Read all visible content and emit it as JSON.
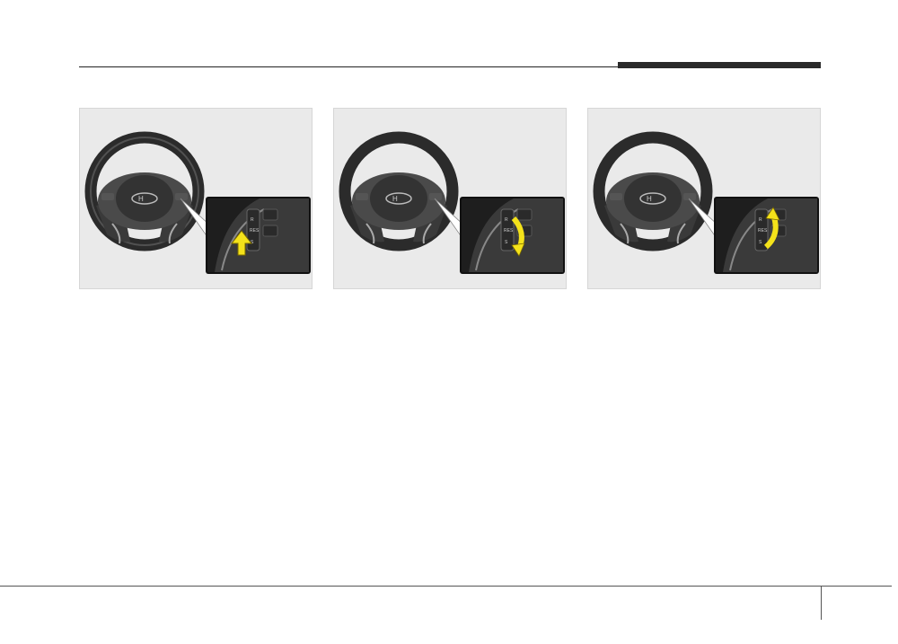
{
  "page": {
    "section_title": "",
    "page_number": ""
  },
  "figures": [
    {
      "id": "fig1",
      "action": "push-up",
      "arrow_color": "#f4e21a"
    },
    {
      "id": "fig2",
      "action": "roll-down",
      "arrow_color": "#f4e21a"
    },
    {
      "id": "fig3",
      "action": "roll-up",
      "arrow_color": "#f4e21a"
    }
  ]
}
